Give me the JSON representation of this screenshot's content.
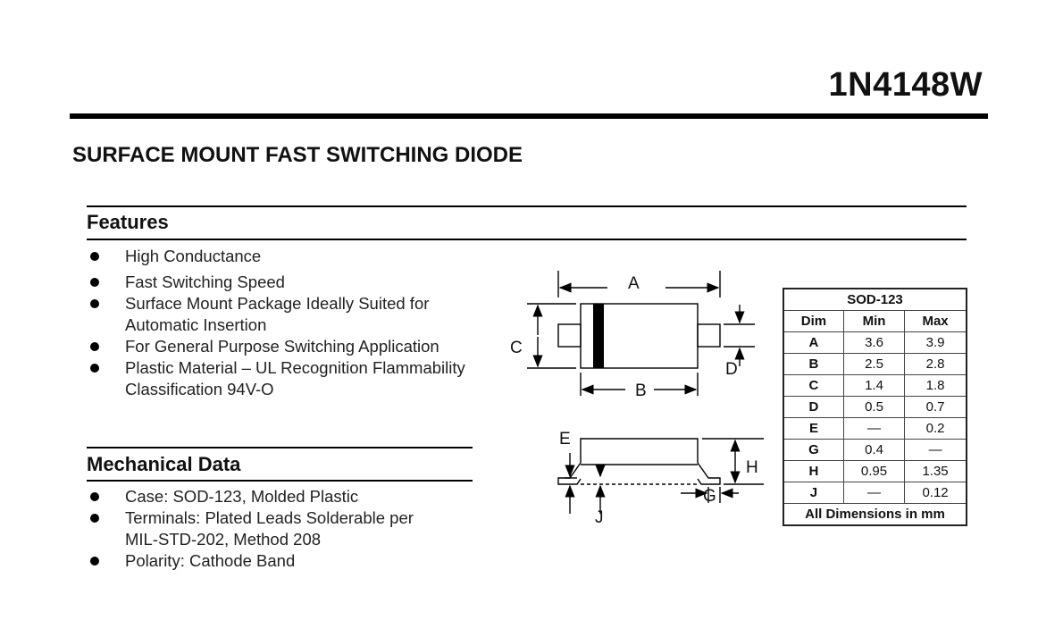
{
  "header": {
    "part_number": "1N4148W",
    "subtitle": "SURFACE MOUNT FAST SWITCHING DIODE"
  },
  "features": {
    "title": "Features",
    "items": [
      [
        "High Conductance"
      ],
      [
        "Fast Switching Speed"
      ],
      [
        "Surface Mount Package Ideally Suited for",
        "Automatic Insertion"
      ],
      [
        "For General Purpose Switching Application"
      ],
      [
        "Plastic Material – UL Recognition Flammability",
        "Classification 94V-O"
      ]
    ]
  },
  "mechanical": {
    "title": "Mechanical Data",
    "items": [
      [
        "Case: SOD-123, Molded Plastic"
      ],
      [
        "Terminals: Plated Leads Solderable per",
        "MIL-STD-202, Method 208"
      ],
      [
        "Polarity: Cathode Band"
      ]
    ]
  },
  "diagram": {
    "labels": {
      "A": "A",
      "B": "B",
      "C": "C",
      "D": "D",
      "E": "E",
      "G": "G",
      "H": "H",
      "J": "J"
    }
  },
  "dim_table": {
    "package": "SOD-123",
    "headers": [
      "Dim",
      "Min",
      "Max"
    ],
    "rows": [
      [
        "A",
        "3.6",
        "3.9"
      ],
      [
        "B",
        "2.5",
        "2.8"
      ],
      [
        "C",
        "1.4",
        "1.8"
      ],
      [
        "D",
        "0.5",
        "0.7"
      ],
      [
        "E",
        "—",
        "0.2"
      ],
      [
        "G",
        "0.4",
        "—"
      ],
      [
        "H",
        "0.95",
        "1.35"
      ],
      [
        "J",
        "—",
        "0.12"
      ]
    ],
    "footer": "All Dimensions in mm"
  }
}
